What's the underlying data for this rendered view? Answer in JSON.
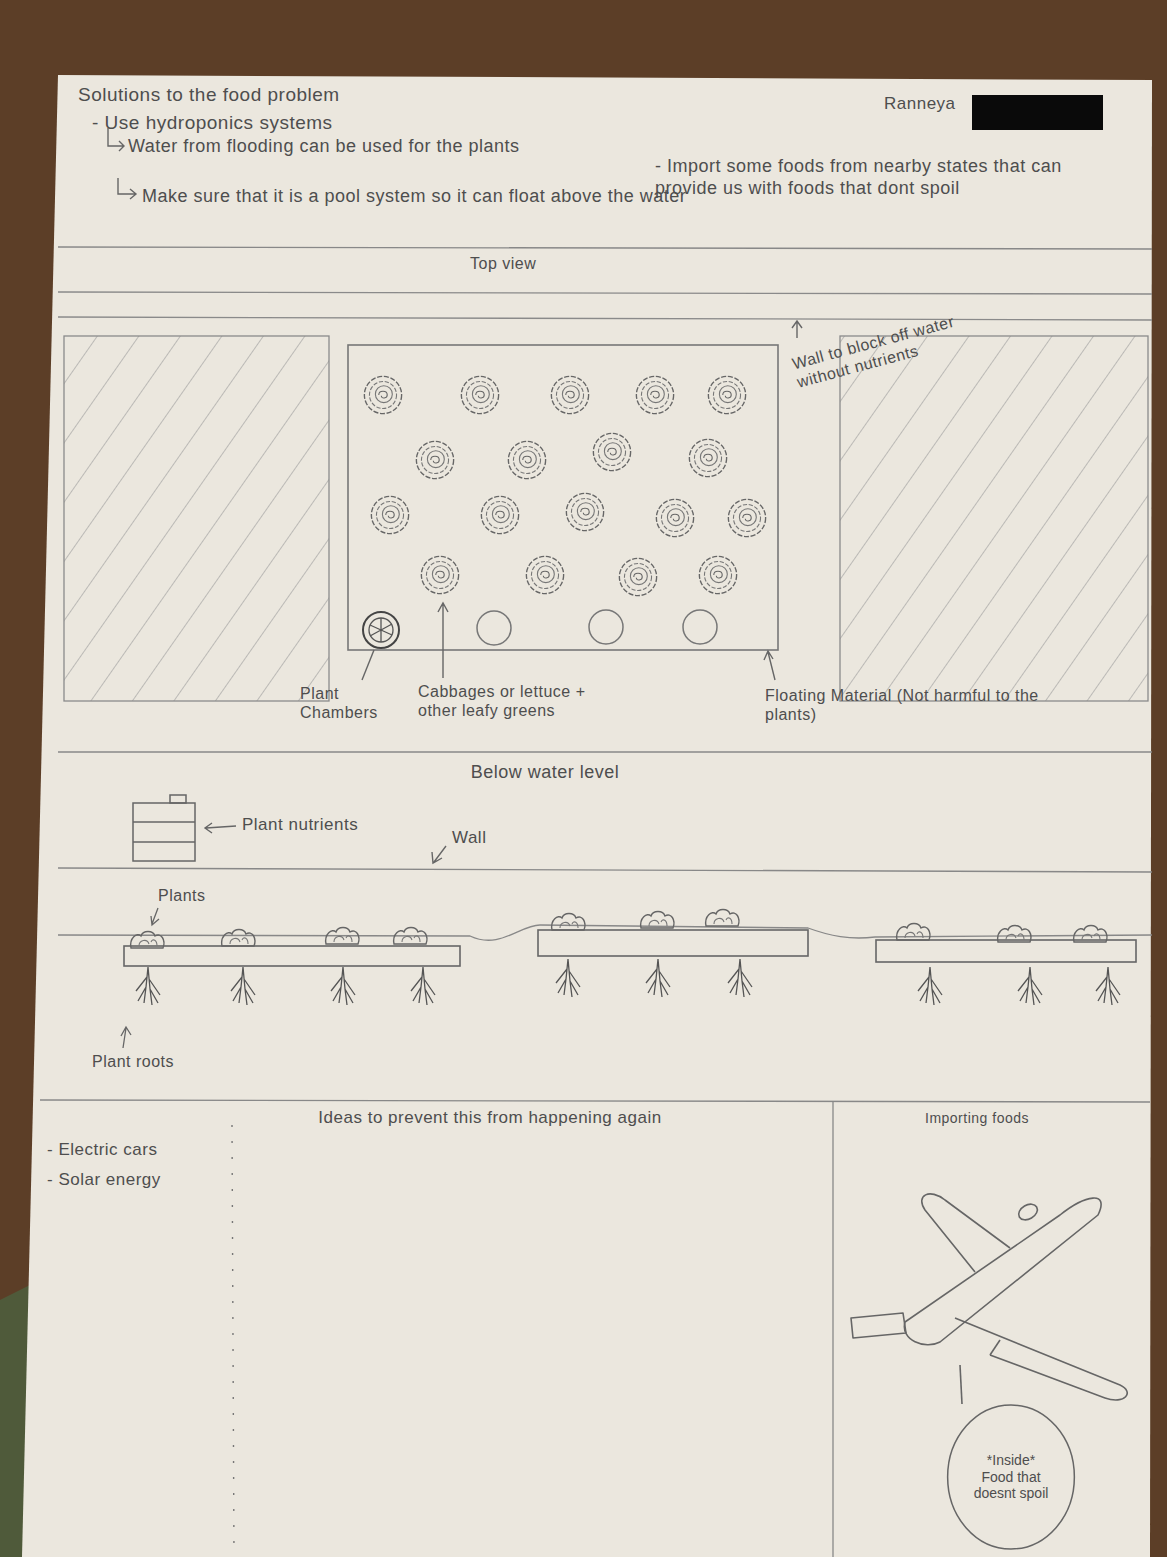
{
  "diagram": {
    "title": "Solutions to the food problem",
    "nodes": [
      {
        "text": [
          "*Inside*",
          "Food that doesnt spoil"
        ]
      }
    ],
    "labels": [
      "Ranneya",
      "- Use hydroponics systems",
      "Water from flooding can be used for the plants",
      "Make sure that it is a pool system so it can float above the water",
      "- Import some foods from nearby states that can provide us with foods that dont spoil",
      "Top view",
      "Wall to block off water without nutrients",
      "Plant Chambers",
      "Cabbages or lettuce + other leafy greens",
      "Floating Material (Not harmful to the plants)",
      "Below water level",
      "Plant nutrients",
      "Wall",
      "Plants",
      "Plant roots",
      "Ideas to prevent this from happening again",
      "- Electric cars",
      "- Solar energy",
      "Importing foods"
    ]
  }
}
